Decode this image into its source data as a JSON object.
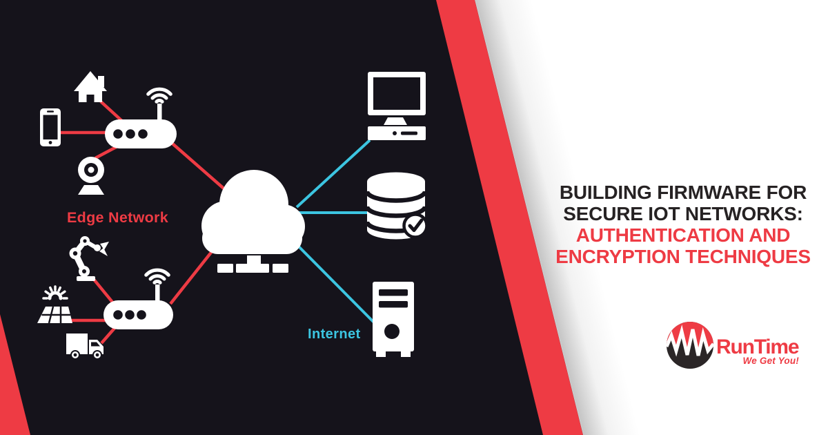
{
  "colors": {
    "background_dark": "#15131b",
    "panel_white": "#ffffff",
    "accent_red": "#ee3b44",
    "accent_cyan": "#3cc5e1",
    "title_dark": "#262223",
    "logo_dark": "#2b2627"
  },
  "diagram": {
    "edge_label": "Edge Network",
    "internet_label": "Internet",
    "left_devices": [
      "house",
      "smartphone",
      "webcam",
      "wifi-router",
      "robotic-arm",
      "solar-panel",
      "delivery-truck",
      "wifi-router"
    ],
    "hub_device": "cloud-network",
    "right_devices": [
      "desktop-computer",
      "verified-database",
      "server-tower"
    ]
  },
  "title": {
    "line1": "BUILDING FIRMWARE FOR",
    "line2": "SECURE IOT NETWORKS:",
    "line3": "AUTHENTICATION AND",
    "line4": "ENCRYPTION TECHNIQUES"
  },
  "logo": {
    "brand": "RunTime",
    "tagline": "We Get You!"
  }
}
